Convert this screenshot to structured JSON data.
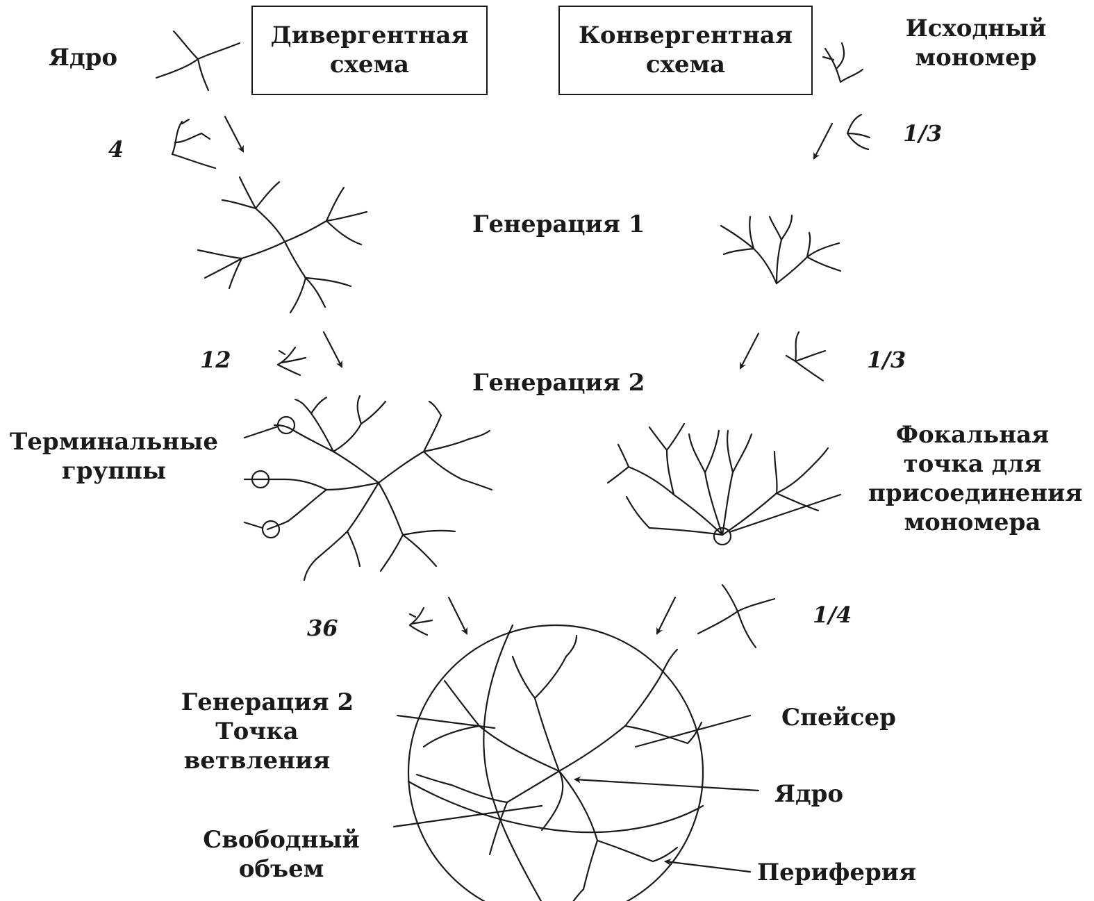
{
  "labels": {
    "core_top": "Ядро",
    "divergent_line1": "Дивергентная",
    "divergent_line2": "схема",
    "convergent_line1": "Конвергентная",
    "convergent_line2": "схема",
    "monomer_line1": "Исходный",
    "monomer_line2": "мономер",
    "generation1": "Генерация 1",
    "generation2": "Генерация 2",
    "terminal_line1": "Терминальные",
    "terminal_line2": "группы",
    "focal_line1": "Фокальная",
    "focal_line2": "точка для",
    "focal_line3": "присоединения",
    "focal_line4": "мономера",
    "gen2_branch_line1": "Генерация 2",
    "gen2_branch_line2": "Точка",
    "gen2_branch_line3": "ветвления",
    "spacer": "Спейсер",
    "core_bottom": "Ядро",
    "free_volume_line1": "Свободный",
    "free_volume_line2": "объем",
    "periphery": "Периферия"
  },
  "quantities": {
    "div_step1": "4",
    "div_step2": "12",
    "div_step3": "36",
    "conv_step1": "1/3",
    "conv_step2": "1/3",
    "conv_step3": "1/4"
  },
  "colors": {
    "ink": "#1a1a1a",
    "background": "#ffffff"
  }
}
